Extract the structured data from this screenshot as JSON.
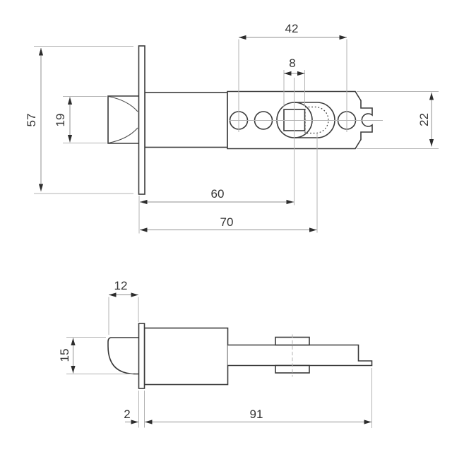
{
  "drawing": {
    "type": "technical-drawing",
    "subject": "tubular door latch bolt, two orthographic views with metric dimensions",
    "units": "mm"
  },
  "colors": {
    "background": "#ffffff",
    "outline": "#3a3a3a",
    "dimension_line": "#8f8f8f",
    "extension_line": "#b3b3b3",
    "arrowhead": "#2d2d2d",
    "text": "#333333"
  },
  "dimensions": {
    "top_view": {
      "hole_spacing": "42",
      "spindle_square": "8",
      "faceplate_height": "57",
      "bolt_height": "19",
      "body_height": "22",
      "backset_standard": "60",
      "backset_extended": "70"
    },
    "bottom_view": {
      "bolt_projection": "12",
      "bolt_thickness": "15",
      "faceplate_thickness": "2",
      "body_length": "91"
    }
  }
}
